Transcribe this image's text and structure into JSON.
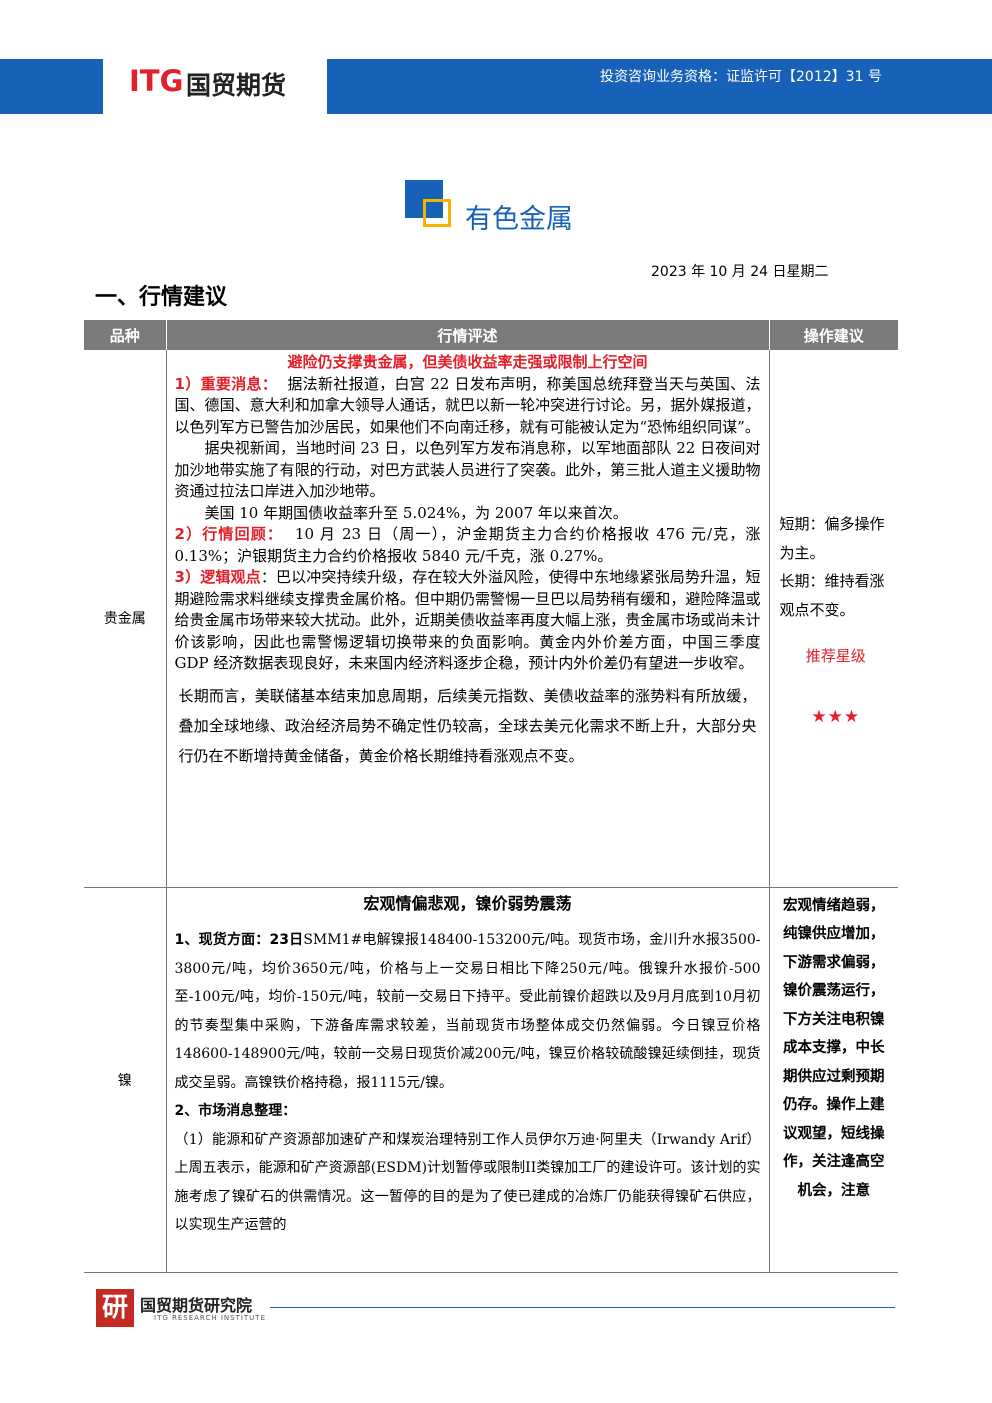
{
  "header": {
    "logo_itg": "ITG",
    "logo_cn": "国贸期货",
    "license": "投资咨询业务资格：证监许可【2012】31 号"
  },
  "section_title": "有色金属",
  "date": "2023 年 10 月 24 日星期二",
  "heading": "一、行情建议",
  "table": {
    "col1": "品种",
    "col2": "行情评述",
    "col3": "操作建议"
  },
  "precious": {
    "category": "贵金属",
    "headline": "避险仍支撑贵金属，但美债收益率走强或限制上行空间",
    "news_label": "1）重要消息：",
    "news_1": "据法新社报道，白宫 22 日发布声明，称美国总统拜登当天与英国、法国、德国、意大利和加拿大领导人通话，就巴以新一轮冲突进行讨论。另，据外媒报道，以色列军方已警告加沙居民，如果他们不向南迁移，就有可能被认定为“恐怖组织同谋”。",
    "news_2": "据央视新闻，当地时间 23 日，以色列军方发布消息称，以军地面部队 22 日夜间对加沙地带实施了有限的行动，对巴方武装人员进行了突袭。此外，第三批人道主义援助物资通过拉法口岸进入加沙地带。",
    "news_3": "美国 10 年期国债收益率升至 5.024%，为 2007 年以来首次。",
    "review_label": "2）行情回顾：",
    "review": "10 月 23 日（周一），沪金期货主力合约价格报收 476 元/克，涨 0.13%；沪银期货主力合约价格报收 5840 元/千克，涨 0.27%。",
    "logic_label": "3）逻辑观点",
    "logic": "：巴以冲突持续升级，存在较大外溢风险，使得中东地缘紧张局势升温，短期避险需求料继续支撑贵金属价格。但中期仍需警惕一旦巴以局势稍有缓和，避险降温或给贵金属市场带来较大扰动。此外，近期美债收益率再度大幅上涨，贵金属市场或尚未计价该影响，因此也需警惕逻辑切换带来的负面影响。黄金内外价差方面，中国三季度 GDP 经济数据表现良好，未来国内经济料逐步企稳，预计内外价差仍有望进一步收窄。",
    "long_term": "长期而言，美联储基本结束加息周期，后续美元指数、美债收益率的涨势料有所放缓，叠加全球地缘、政治经济局势不确定性仍较高，全球去美元化需求不断上升，大部分央行仍在不断增持黄金储备，黄金价格长期维持看涨观点不变。",
    "advice_short": "短期：偏多操作为主。",
    "advice_long": "长期：维持看涨观点不变。",
    "rec_label": "推荐星级",
    "stars": "★★★"
  },
  "nickel": {
    "category": "镍",
    "headline": "宏观情偏悲观，镍价弱势震荡",
    "spot_label": "1、现货方面：",
    "spot_date": "23日",
    "spot": "SMM1#电解镍报148400-153200元/吨。现货市场，金川升水报3500-3800元/吨，均价3650元/吨，价格与上一交易日相比下降250元/吨。俄镍升水报价-500至-100元/吨，均价-150元/吨，较前一交易日下持平。受此前镍价超跌以及9月月底到10月初的节奏型集中采购，下游备库需求较差，当前现货市场整体成交仍然偏弱。今日镍豆价格148600-148900元/吨，较前一交易日现货价减200元/吨，镍豆价格较硫酸镍延续倒挂，现货成交呈弱。高镍铁价格持稳，报1115元/镍。",
    "market_label": "2、市场消息整理：",
    "market": "（1）能源和矿产资源部加速矿产和煤炭治理特别工作人员伊尔万迪·阿里夫（Irwandy Arif）上周五表示，能源和矿产资源部(ESDM)计划暂停或限制II类镍加工厂的建设许可。该计划的实施考虑了镍矿石的供需情况。这一暂停的目的是为了使已建成的冶炼厂仍能获得镍矿石供应，以实现生产运营的",
    "advice": "宏观情绪趋弱，纯镍供应增加，下游需求偏弱，镍价震荡运行，下方关注电积镍成本支撑，中长期供应过剩预期仍存。操作上建议观望，短线操作，关注逢高空机会，注意"
  },
  "footer": {
    "logo_char": "研",
    "name": "国贸期货研究院",
    "name_en": "ITG RESEARCH INSTITUTE"
  }
}
